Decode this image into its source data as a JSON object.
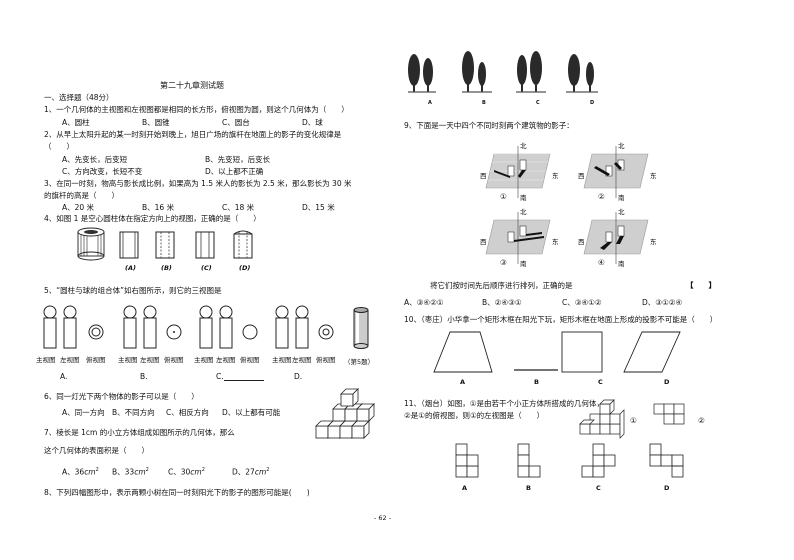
{
  "title": "第二十九章测试题",
  "section1": "一、选择题（48分）",
  "q1": {
    "text": "1、一个几何体的主视图和左视图都是相同的长方形，俯视图为圆，则这个几何体为（　　）",
    "a": "A、圆柱",
    "b": "B、圆锥",
    "c": "C、圆台",
    "d": "D、球"
  },
  "q2": {
    "text": "2、从早上太阳升起的某一时刻开始到晚上，旭日广场的旗杆在地面上的影子的变化规律是",
    "paren": "（　　）",
    "a": "A、先变长，后变短",
    "b": "B、先变短，后变长",
    "c": "C、方向改变，长短不变",
    "d": "D、以上都不正确"
  },
  "q3": {
    "text1": "3、在同一时刻，物高与影长成比例，如果高为 1.5 米人的影长为 2.5 米，那么影长为 30 米",
    "text2": "的旗杆的高是（　　）",
    "a": "A、20 米",
    "b": "B、16 米",
    "c": "C、18 米",
    "d": "D、15 米"
  },
  "q4": {
    "text": "4、如图 1 是空心圆柱体在指定方向上的视图，正确的是（　　）",
    "labels": [
      "(A)",
      "(B)",
      "(C)",
      "(D)"
    ]
  },
  "q5": {
    "text": "5、“圆柱与球的组合体”如右图所示，则它的三视图是",
    "view_labels": [
      "主视图",
      "左视图",
      "俯视图"
    ],
    "options": [
      "A.",
      "B.",
      "C.",
      "D."
    ],
    "ref": "（第5题）"
  },
  "q6": {
    "text": "6、同一灯光下两个物体的影子可以是（　　）",
    "a": "A、同一方向",
    "b": "B、不同方向",
    "c": "C、相反方向",
    "d": "D、以上都有可能"
  },
  "q7": {
    "text1": "7、棱长是 1cm 的小立方体组成如图所示的几何体，那么",
    "text2": "这个几何体的表面积是（　　）",
    "a": "A、36",
    "b": "B、33",
    "c": "C、30",
    "d": "D、27",
    "unit": "cm",
    "sup": "2"
  },
  "q8": {
    "text": "8、下列四幅图形中，表示两颗小树在同一时刻阳光下的影子的图形可能是(　　)"
  },
  "tree_labels": [
    "A",
    "B",
    "C",
    "D"
  ],
  "q9": {
    "text": "9、下面是一天中四个不同时刻两个建筑物的影子：",
    "dirs": {
      "north": "北",
      "south": "南",
      "east": "东",
      "west": "西"
    },
    "nums": [
      "①",
      "②",
      "③",
      "④"
    ],
    "prompt": "将它们按时间先后顺序进行排列，正确的是",
    "bracket": "【　　】",
    "a": "A、③④②①",
    "b": "B、②④③①",
    "c": "C、③④①②",
    "d": "D、③①②④"
  },
  "q10": {
    "text": "10、（枣庄）小华拿一个矩形木框在阳光下玩，矩形木框在地面上形成的投影不可能是（　　）",
    "labels": [
      "A",
      "B",
      "C",
      "D"
    ]
  },
  "q11": {
    "text1": "11、（烟台）如图，①是由若干个小正方体所搭成的几何体，",
    "text2": "②是①的俯视图，则①的左视图是（　　）",
    "markers": [
      "①",
      "②"
    ],
    "labels": [
      "A",
      "B",
      "C",
      "D"
    ]
  },
  "page_number": "- 62 -"
}
